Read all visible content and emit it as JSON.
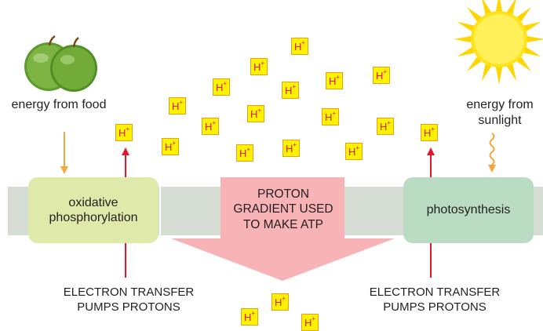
{
  "labels": {
    "food": "energy from food",
    "sunlight": "energy from sunlight",
    "oxidative": "oxidative phosphorylation",
    "photosynthesis": "photosynthesis",
    "gradient": "PROTON GRADIENT USED TO MAKE ATP",
    "etp_left": "ELECTRON TRANSFER PUMPS PROTONS",
    "etp_right": "ELECTRON TRANSFER PUMPS PROTONS"
  },
  "proton": {
    "base": "H",
    "sup": "+"
  },
  "colors": {
    "membrane": "#d5ddd5",
    "apple": "#6fa83a",
    "sun": "#ffe21a",
    "arrow_red": "#e2172d",
    "arrow_orange": "#f2a83a",
    "gradient_arrow": "#f7b3b5",
    "proton_fill": "#fdf200"
  }
}
